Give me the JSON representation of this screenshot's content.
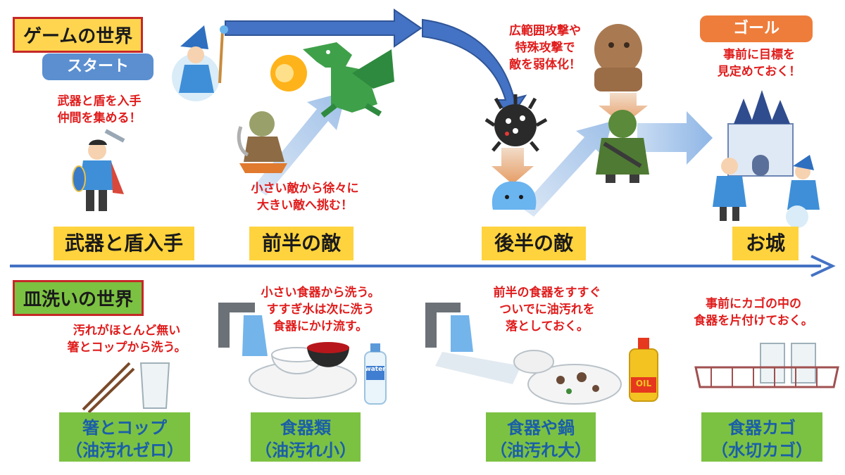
{
  "game": {
    "title": "ゲームの世界",
    "start_label": "スタート",
    "goal_label": "ゴール",
    "start_note": [
      "武器と盾を入手",
      "仲間を集める！"
    ],
    "early_note": [
      "小さい敵から徐々に",
      "大きい敵へ挑む！"
    ],
    "late_note": [
      "広範囲攻撃や",
      "特殊攻撃で",
      "敵を弱体化！"
    ],
    "goal_note": [
      "事前に目標を",
      "見定めておく！"
    ],
    "stages": [
      "武器と盾入手",
      "前半の敵",
      "後半の敵",
      "お城"
    ]
  },
  "dish": {
    "title": "皿洗いの世界",
    "notes": [
      [
        "汚れがほとんど無い",
        "箸とコップから洗う。"
      ],
      [
        "小さい食器から洗う。",
        "すすぎ水は次に洗う",
        "食器にかけ流す。"
      ],
      [
        "前半の食器をすすぐ",
        "ついでに油汚れを",
        "落としておく。"
      ],
      [
        "事前にカゴの中の",
        "食器を片付けておく。"
      ]
    ],
    "stages": [
      {
        "line1": "箸とコップ",
        "line2": "（油汚れゼロ）"
      },
      {
        "line1": "食器類",
        "line2": "（油汚れ小）"
      },
      {
        "line1": "食器や鍋",
        "line2": "（油汚れ大）"
      },
      {
        "line1": "食器カゴ",
        "line2": "（水切カゴ）"
      }
    ],
    "bottle_label": "water",
    "oil_label": "OIL"
  },
  "colors": {
    "arrow_blue": "#4472c4",
    "red_text": "#e01c1c",
    "yellow": "#ffd33d",
    "green": "#7cc242",
    "orange": "#ee7d3b",
    "start_blue": "#5b8fd0"
  }
}
